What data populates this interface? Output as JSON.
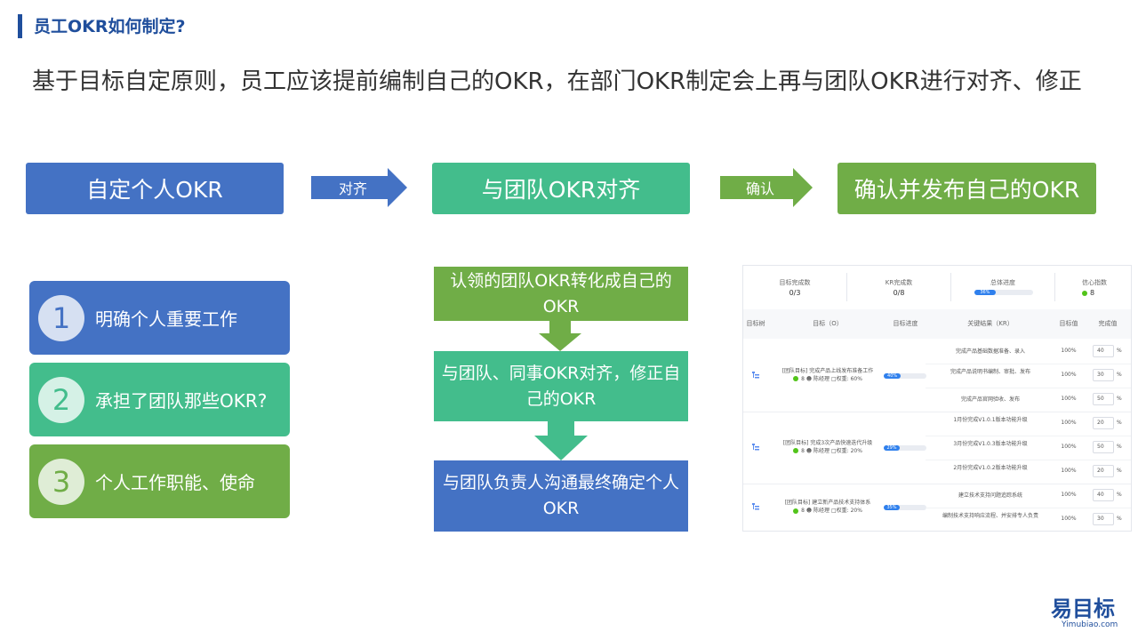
{
  "header": {
    "title": "员工OKR如何制定?",
    "subtitle": "基于目标自定原则，员工应该提前编制自己的OKR，在部门OKR制定会上再与团队OKR进行对齐、修正"
  },
  "steps": [
    {
      "label": "自定个人OKR"
    },
    {
      "label": "与团队OKR对齐"
    },
    {
      "label": "确认并发布自己的OKR"
    }
  ],
  "step_arrows": [
    {
      "label": "对齐"
    },
    {
      "label": "确认"
    }
  ],
  "factors": [
    {
      "num": "1",
      "label": "明确个人重要工作"
    },
    {
      "num": "2",
      "label": "承担了团队那些OKR?"
    },
    {
      "num": "3",
      "label": "个人工作职能、使命"
    }
  ],
  "flow": [
    {
      "label": "认领的团队OKR转化成自己的OKR"
    },
    {
      "label": "与团队、同事OKR对齐，修正自己的OKR"
    },
    {
      "label": "与团队负责人沟通最终确定个人OKR"
    }
  ],
  "panel": {
    "stats": [
      {
        "label": "目标完成数",
        "value": "0/3"
      },
      {
        "label": "KR完成数",
        "value": "0/8"
      },
      {
        "label": "总体进度",
        "value": "36%",
        "progress": 0.36
      },
      {
        "label": "信心指数",
        "value": "8"
      }
    ],
    "columns": [
      "目标树",
      "目标（O）",
      "目标进度",
      "关键结果（KR）",
      "目标值",
      "完成值"
    ],
    "objectives": [
      {
        "title": "[团队目标] 完成产品上线发布准备工作",
        "score": "8",
        "owner": "陈经理",
        "weight": "权重: 60%",
        "progress_label": "40%",
        "progress": 0.4,
        "krs": [
          {
            "name": "完成产品基础数据准备、录入",
            "target": "100%",
            "value": "40",
            "unit": "%"
          },
          {
            "name": "完成产品说明书编制、审批、发布",
            "target": "100%",
            "value": "30",
            "unit": "%"
          },
          {
            "name": "完成产品官网验收、发布",
            "target": "100%",
            "value": "50",
            "unit": "%"
          }
        ]
      },
      {
        "title": "[团队目标] 完成3次产品快速迭代升级",
        "score": "8",
        "owner": "陈经理",
        "weight": "权重: 20%",
        "progress_label": "29%",
        "progress": 0.29,
        "krs": [
          {
            "name": "1月份完成V1.0.1版本功能升级",
            "target": "100%",
            "value": "20",
            "unit": "%"
          },
          {
            "name": "3月份完成V1.0.3版本功能升级",
            "target": "100%",
            "value": "50",
            "unit": "%"
          },
          {
            "name": "2月份完成V1.0.2版本功能升级",
            "target": "100%",
            "value": "20",
            "unit": "%"
          }
        ]
      },
      {
        "title": "[团队目标] 建立新产品技术支持体系",
        "score": "8",
        "owner": "陈经理",
        "weight": "权重: 20%",
        "progress_label": "35%",
        "progress": 0.35,
        "krs": [
          {
            "name": "建立技术支持问题追踪系统",
            "target": "100%",
            "value": "40",
            "unit": "%"
          },
          {
            "name": "编制技术支持响应流程、并安排专人负责",
            "target": "100%",
            "value": "30",
            "unit": "%"
          }
        ]
      }
    ]
  },
  "logo": {
    "main": "易目标",
    "sub": "Yimubiao.com"
  },
  "colors": {
    "blue": "#4472c4",
    "teal": "#43bd8c",
    "green": "#70ad47",
    "title_blue": "#1f4e9c",
    "progress_blue": "#2f80ed"
  }
}
